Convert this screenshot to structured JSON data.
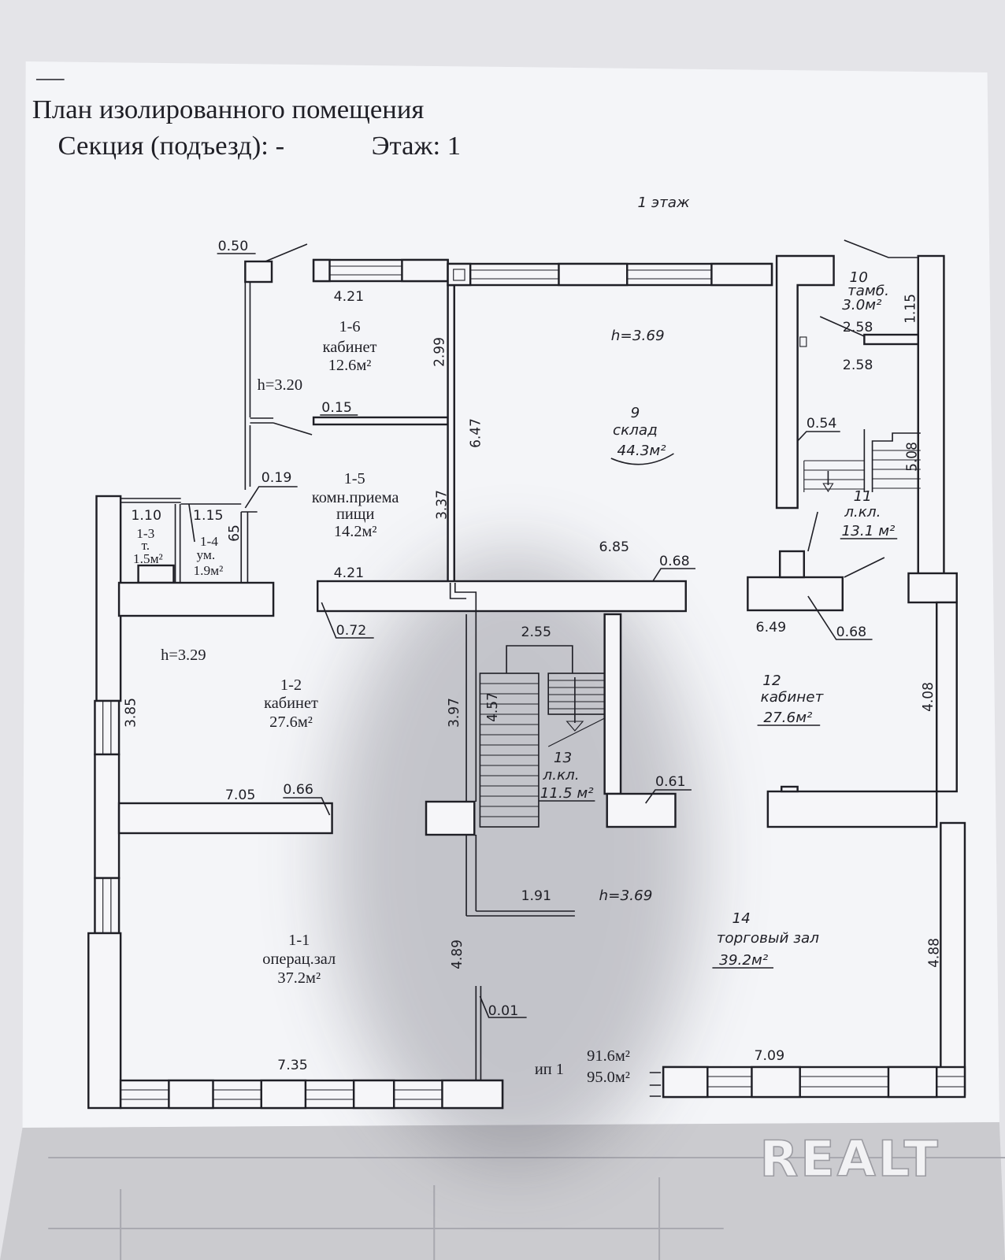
{
  "document": {
    "title": "План изолированного помещения",
    "section": "Секция (подъезд): -",
    "floor": "Этаж: 1",
    "floor_caption": "1 этаж"
  },
  "rooms": {
    "r1_1": {
      "number": "1-1",
      "name": "операц.зал",
      "area": "37.2м²"
    },
    "r1_2": {
      "number": "1-2",
      "name": "кабинет",
      "area": "27.6м²"
    },
    "r1_3": {
      "number": "1-3",
      "name": "т.",
      "area": "1.5м²"
    },
    "r1_4": {
      "number": "1-4",
      "name": "ум.",
      "area": "1.9м²"
    },
    "r1_5": {
      "number": "1-5",
      "name_line1": "комн.приема",
      "name_line2": "пищи",
      "area": "14.2м²"
    },
    "r1_6": {
      "number": "1-6",
      "name": "кабинет",
      "area": "12.6м²"
    },
    "r9": {
      "number": "9",
      "name": "склад",
      "area": "44.3м²"
    },
    "r10": {
      "number": "10",
      "name": "тамб.",
      "area": "3.0м²"
    },
    "r11": {
      "number": "11",
      "name": "л.кл.",
      "area": "13.1 м²"
    },
    "r12": {
      "number": "12",
      "name": "кабинет",
      "area": "27.6м²"
    },
    "r13": {
      "number": "13",
      "name": "л.кл.",
      "area": "11.5 м²"
    },
    "r14": {
      "number": "14",
      "name": "торговый зал",
      "area": "39.2м²"
    }
  },
  "heights": {
    "h_1_6": "h=3.20",
    "h_9": "h=3.69",
    "h_1_2": "h=3.29",
    "h_14": "h=3.69"
  },
  "dimensions": {
    "column_top": "0.50",
    "r1_6_width": "4.21",
    "r1_6_depth": "2.99",
    "partition_1_6": "0.15",
    "r9_depth": "6.47",
    "door_1_5": "0.19",
    "r1_5_depth": "3.37",
    "r1_3_width": "1.10",
    "r1_4_width": "1.15",
    "r1_4_depth": "65",
    "r1_5_width": "4.21",
    "r9_width": "6.85",
    "wall_9": "0.68",
    "wall_1_5": "0.72",
    "r13_width": "2.55",
    "r1_2_depth_left": "3.85",
    "r1_2_depth_right": "3.97",
    "r13_depth": "4.57",
    "wall_13": "0.61",
    "r1_2_width": "7.05",
    "wall_1_2": "0.66",
    "r1_1_depth": "4.89",
    "wall_1_1": "0.01",
    "r1_1_width": "7.35",
    "passage_width": "1.91",
    "r14_depth": "4.88",
    "r14_width": "7.09",
    "r10_depth": "1.15",
    "r10_width_a": "2.58",
    "r10_width_b": "2.58",
    "wall_11": "0.54",
    "r11_depth": "5.08",
    "r12_width": "6.49",
    "wall_12": "0.68",
    "r12_depth": "4.08"
  },
  "totals": {
    "label": "ип 1",
    "area_main": "91.6м²",
    "area_total": "95.0м²"
  },
  "watermark": "REALT"
}
